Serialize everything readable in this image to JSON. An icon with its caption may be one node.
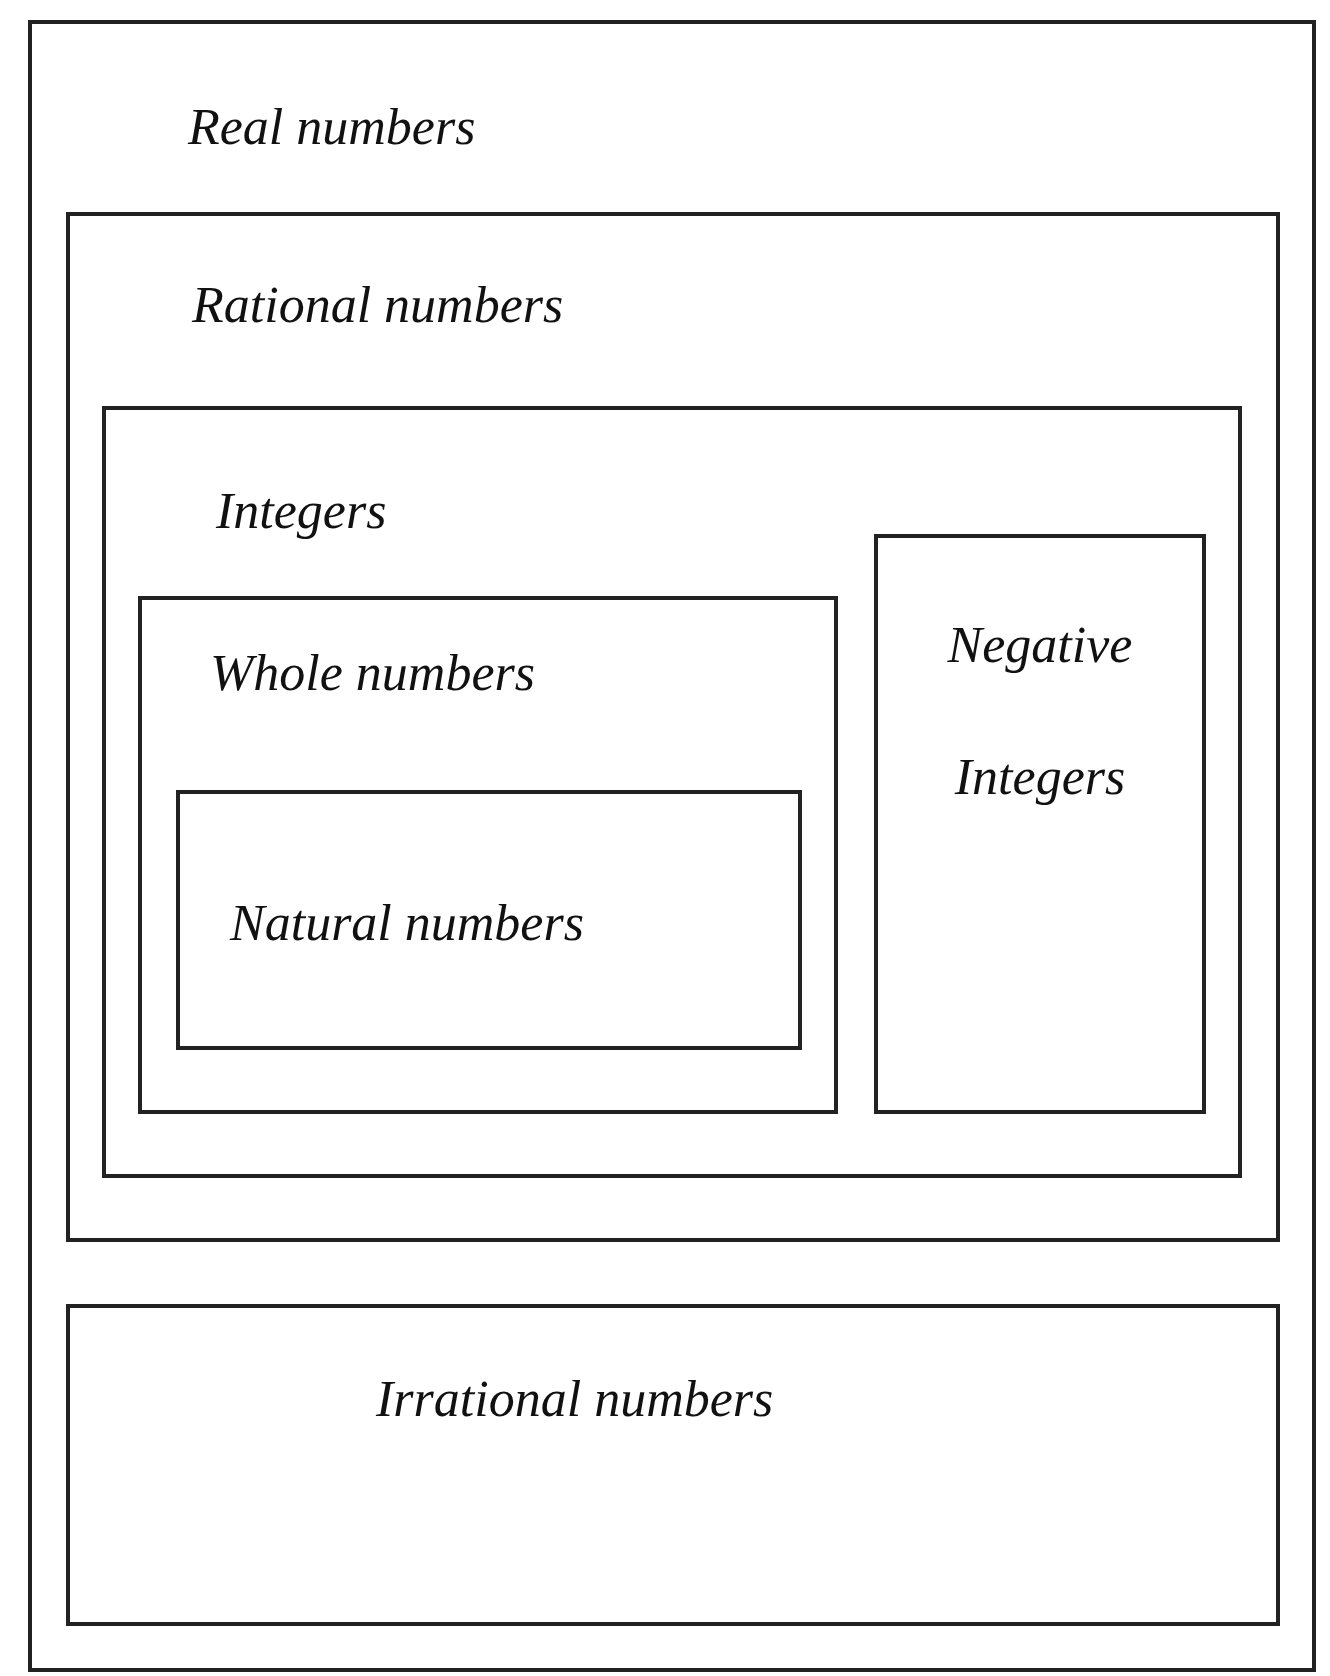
{
  "diagram": {
    "nodes": [
      {
        "text": [
          "Real numbers"
        ]
      },
      {
        "text": [
          "Rational numbers"
        ],
        "in": 0
      },
      {
        "text": [
          "Integers"
        ],
        "in": 1
      },
      {
        "text": [
          "Whole numbers"
        ],
        "in": 2
      },
      {
        "text": [
          "Natural numbers"
        ],
        "in": 3
      },
      {
        "text": [
          "Negative Integers"
        ],
        "in": 2
      },
      {
        "text": [
          "Irrational numbers"
        ],
        "in": 0
      }
    ]
  }
}
